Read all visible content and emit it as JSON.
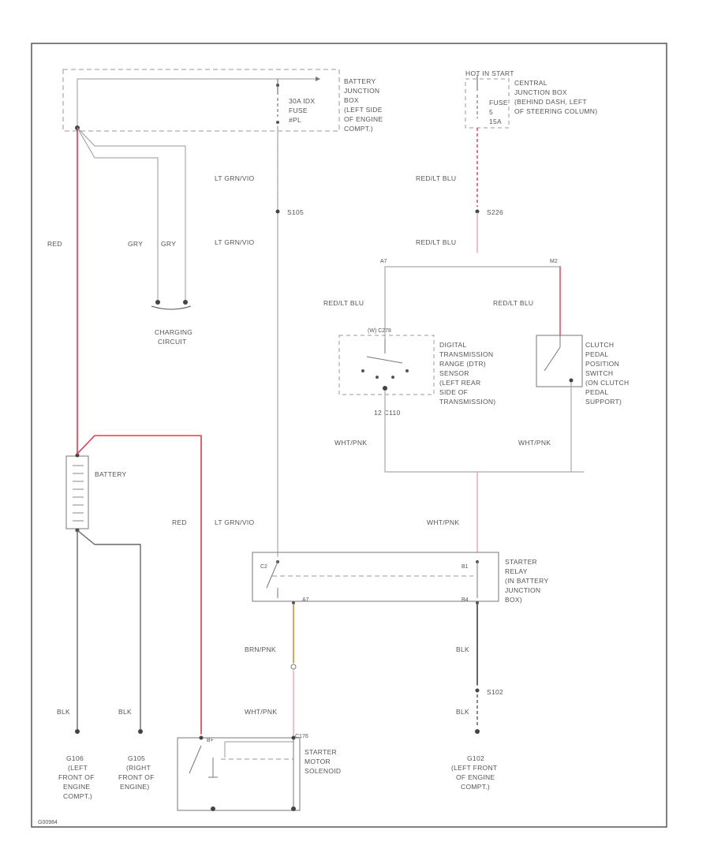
{
  "colors": {
    "red_wire": "#e8384a",
    "pink_wire": "#f2a3b5",
    "orange_wire": "#e08a3a",
    "gray_wire": "#9a9a9a",
    "dark_wire": "#666666",
    "frame": "#444444"
  },
  "labels": {
    "battery_jb": [
      "BATTERY",
      "JUNCTION",
      "BOX",
      "(LEFT SIDE",
      "OF ENGINE",
      "COMPT.)"
    ],
    "fuse_30": [
      "30A IDX",
      "FUSE",
      "#PL"
    ],
    "hot_in_start": "HOT IN START",
    "fuse_5": [
      "FUSE",
      "5",
      "15A"
    ],
    "central_jb": [
      "CENTRAL",
      "JUNCTION BOX",
      "(BEHIND DASH, LEFT",
      "OF STEERING COLUMN)"
    ],
    "red": "RED",
    "gry1": "GRY",
    "gry2": "GRY",
    "charging": [
      "CHARGING",
      "CIRCUIT"
    ],
    "lt_grn_vio_1": "LT GRN/VIO",
    "lt_grn_vio_2": "LT GRN/VIO",
    "lt_grn_vio_3": "LT GRN/VIO",
    "s105": "S105",
    "red_lt_blu_1": "RED/LT BLU",
    "red_lt_blu_2": "RED/LT BLU",
    "red_lt_blu_3": "RED/LT BLU",
    "red_lt_blu_4": "RED/LT BLU",
    "s226": "S226",
    "pin_a7": "A7",
    "pin_m2": "M2",
    "c2_label": "(W) C278",
    "dtr": [
      "DIGITAL",
      "TRANSMISSION",
      "RANGE (DTR)",
      "SENSOR",
      "(LEFT REAR",
      "SIDE OF",
      "TRANSMISSION)"
    ],
    "clutch": [
      "CLUTCH",
      "PEDAL",
      "POSITION",
      "SWITCH",
      "(ON CLUTCH",
      "PEDAL",
      "SUPPORT)"
    ],
    "c110": "12  C110",
    "wht_pnk_1": "WHT/PNK",
    "wht_pnk_2": "WHT/PNK",
    "wht_pnk_3": "WHT/PNK",
    "wht_pnk_4": "WHT/PNK",
    "battery": "BATTERY",
    "red_2": "RED",
    "starter_relay": [
      "STARTER",
      "RELAY",
      "(IN BATTERY",
      "JUNCTION",
      "BOX)"
    ],
    "pin_c2": "C2",
    "pin_b1": "B1",
    "pin_a7b": "A7",
    "pin_b4": "B4",
    "brn_pnk": "BRN/PNK",
    "blk_1": "BLK",
    "blk_2": "BLK",
    "blk_3": "BLK",
    "blk_4": "BLK",
    "s102": "S102",
    "g106": [
      "G106",
      "(LEFT",
      "FRONT OF",
      "ENGINE",
      "COMPT.)"
    ],
    "g105": [
      "G105",
      "(RIGHT",
      "FRONT OF",
      "ENGINE)"
    ],
    "g102": [
      "G102",
      "(LEFT FRONT",
      "OF ENGINE",
      "COMPT.)"
    ],
    "starter_motor": [
      "STARTER",
      "MOTOR",
      "SOLENOID"
    ],
    "b_plus": "B+",
    "c176": "C176",
    "diagram_id": "G00984"
  }
}
